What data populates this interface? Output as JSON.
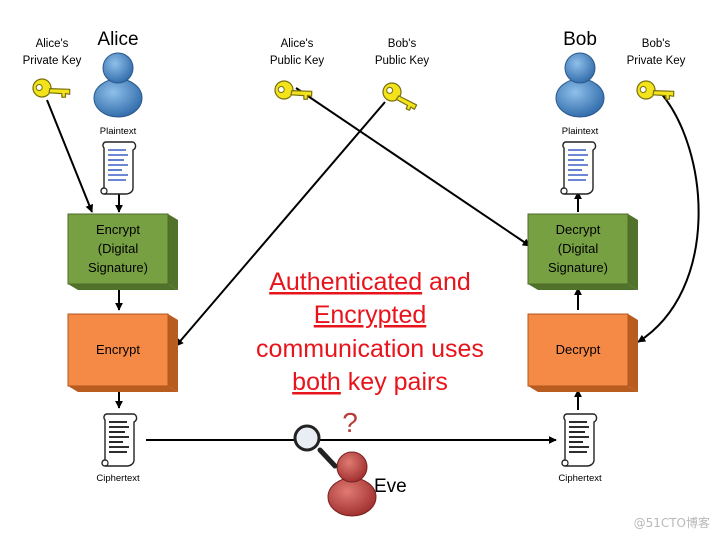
{
  "actors": {
    "alice": "Alice",
    "bob": "Bob",
    "eve": "Eve"
  },
  "keys": {
    "alice_private": [
      "Alice's",
      "Private Key"
    ],
    "alice_public": [
      "Alice's",
      "Public Key"
    ],
    "bob_public": [
      "Bob's",
      "Public Key"
    ],
    "bob_private": [
      "Bob's",
      "Private Key"
    ]
  },
  "documents": {
    "plaintext_left": "Plaintext",
    "plaintext_right": "Plaintext",
    "ciphertext_left": "Ciphertext",
    "ciphertext_right": "Ciphertext"
  },
  "boxes": {
    "encrypt_sign": [
      "Encrypt",
      "(Digital",
      "Signature)"
    ],
    "encrypt": "Encrypt",
    "decrypt_sign": [
      "Decrypt",
      "(Digital",
      "Signature)"
    ],
    "decrypt": "Decrypt"
  },
  "center_text": {
    "line1_underlined": "Authenticated",
    "line1_rest": " and",
    "line2_underlined": "Encrypted",
    "line3": "communication uses",
    "line4_underlined": "both",
    "line4_rest": " key pairs"
  },
  "question_mark": "?",
  "watermark": "@51CTO博客",
  "colors": {
    "green_box": "#77a042",
    "orange_box": "#f58a46",
    "person_blue": "#3f7fbf",
    "person_red": "#b33a3a",
    "key_yellow": "#f2e31b",
    "center_text": "#e8141c",
    "question": "#b5403a"
  }
}
